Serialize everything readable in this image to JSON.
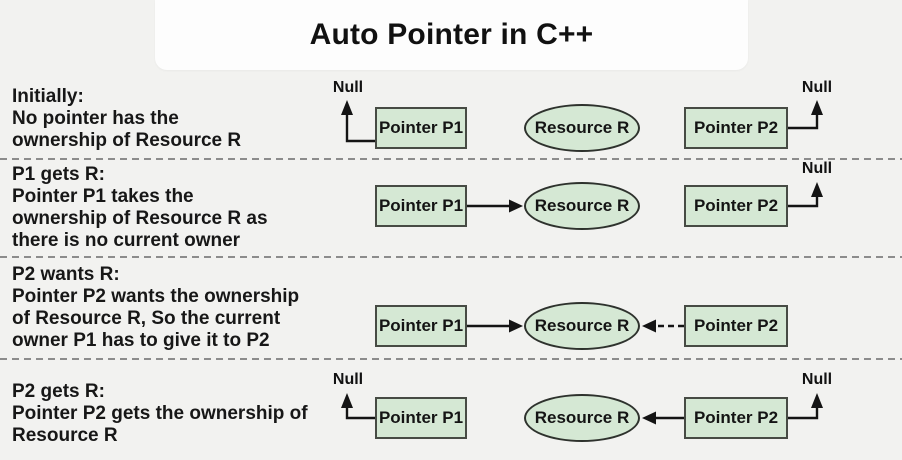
{
  "title": "Auto Pointer in C++",
  "labels": {
    "pointer_p1": "Pointer P1",
    "pointer_p2": "Pointer P2",
    "resource": "Resource R",
    "null_label": "Null"
  },
  "colors": {
    "background": "#f2f2f0",
    "title_card": "#fdfdfd",
    "node_fill": "#d5e8d4",
    "node_border": "#474b44",
    "ellipse_border": "#2e322d",
    "text": "#1b1b1b",
    "separator": "#8c8c8c",
    "arrow": "#141414"
  },
  "rows": [
    {
      "name": "initially",
      "text": "Initially:\nNo pointer has the\nownership of Resource R",
      "arrows": [
        "p1-to-null",
        "p2-to-null"
      ]
    },
    {
      "name": "p1-gets-r",
      "text": "P1 gets R:\nPointer P1 takes the\nownership of Resource R as\nthere is no current owner",
      "arrows": [
        "p1-to-resource",
        "p2-to-null"
      ]
    },
    {
      "name": "p2-wants-r",
      "text": "P2 wants R:\nPointer P2 wants the ownership\nof Resource R, So the current\nowner P1 has to give it to P2",
      "arrows": [
        "p1-to-resource",
        "p2-to-resource-dashed"
      ]
    },
    {
      "name": "p2-gets-r",
      "text": "P2 gets R:\nPointer P2 gets the ownership of\nResource R",
      "arrows": [
        "p1-to-null",
        "p2-to-resource",
        "p2-to-null"
      ]
    }
  ]
}
